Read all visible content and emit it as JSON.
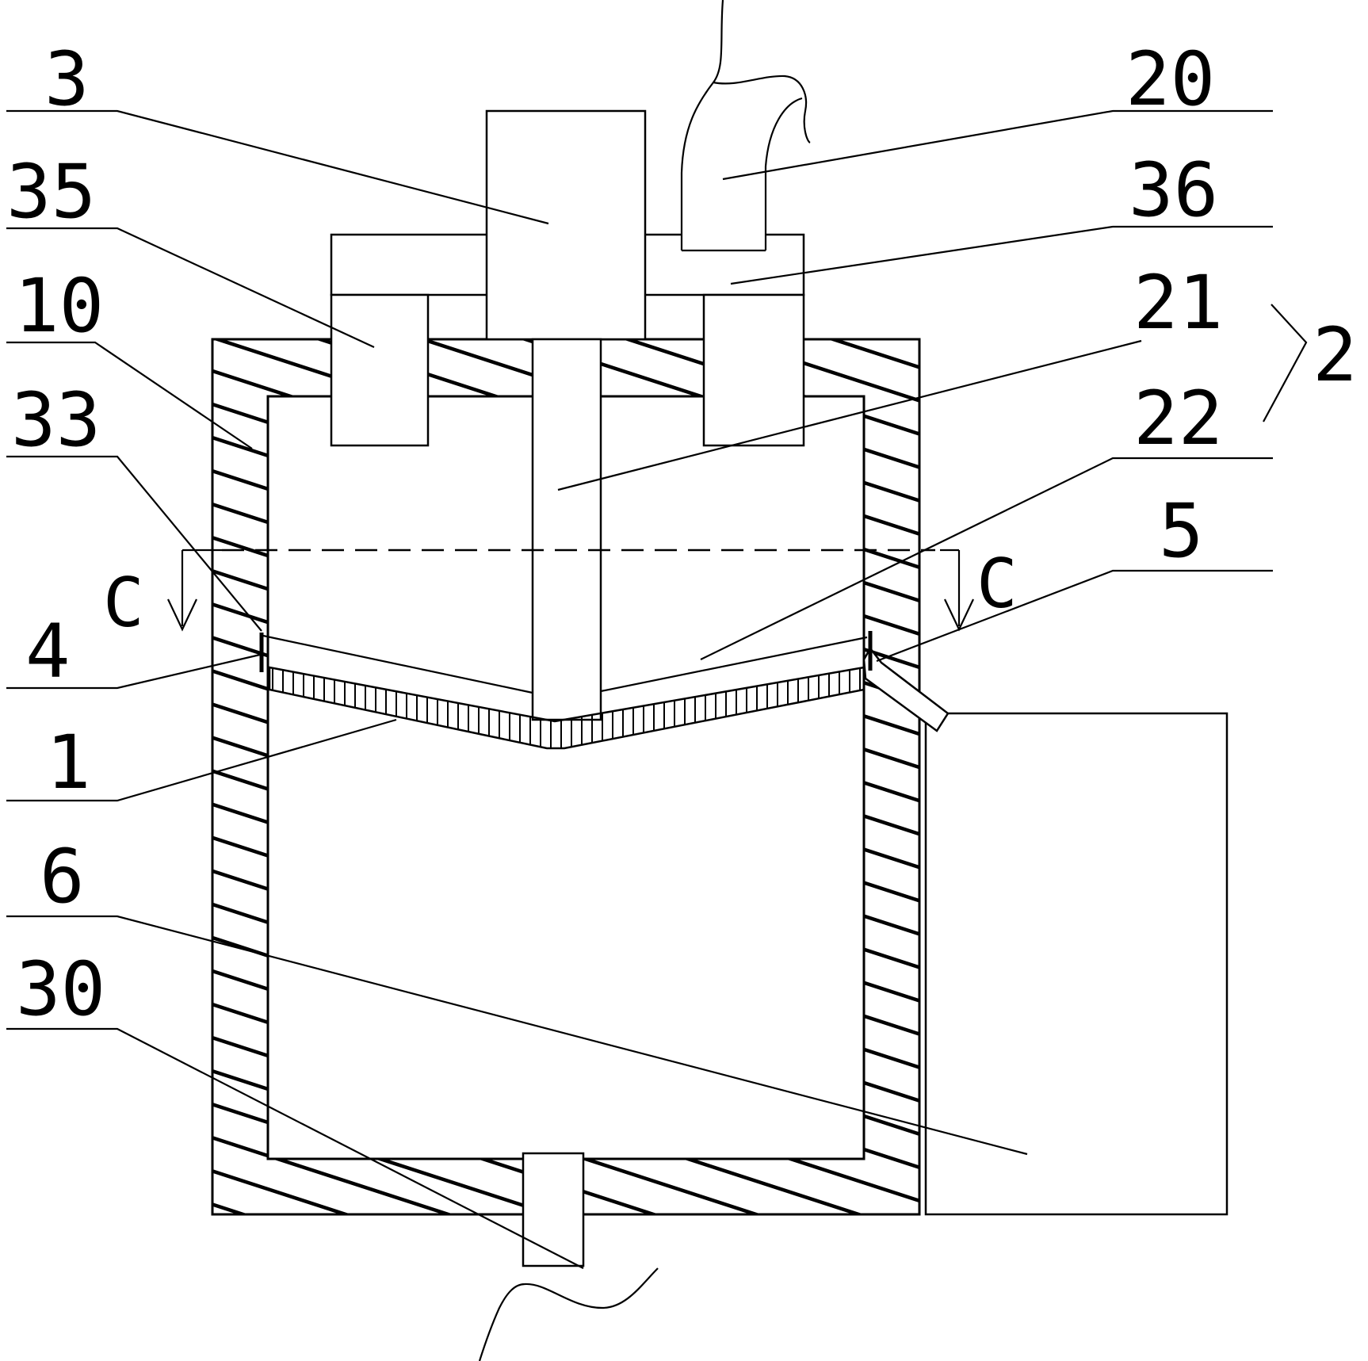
{
  "labels": {
    "l3": "3",
    "l35": "35",
    "l10": "10",
    "l33": "33",
    "l4": "4",
    "l1": "1",
    "l6": "6",
    "l30": "30",
    "l20": "20",
    "l36": "36",
    "l21": "21",
    "l22": "22",
    "l2": "2",
    "l5": "5"
  },
  "section": {
    "left_mark": "C",
    "right_mark": "C"
  },
  "colors": {
    "line": "#000000",
    "background": "#ffffff"
  }
}
